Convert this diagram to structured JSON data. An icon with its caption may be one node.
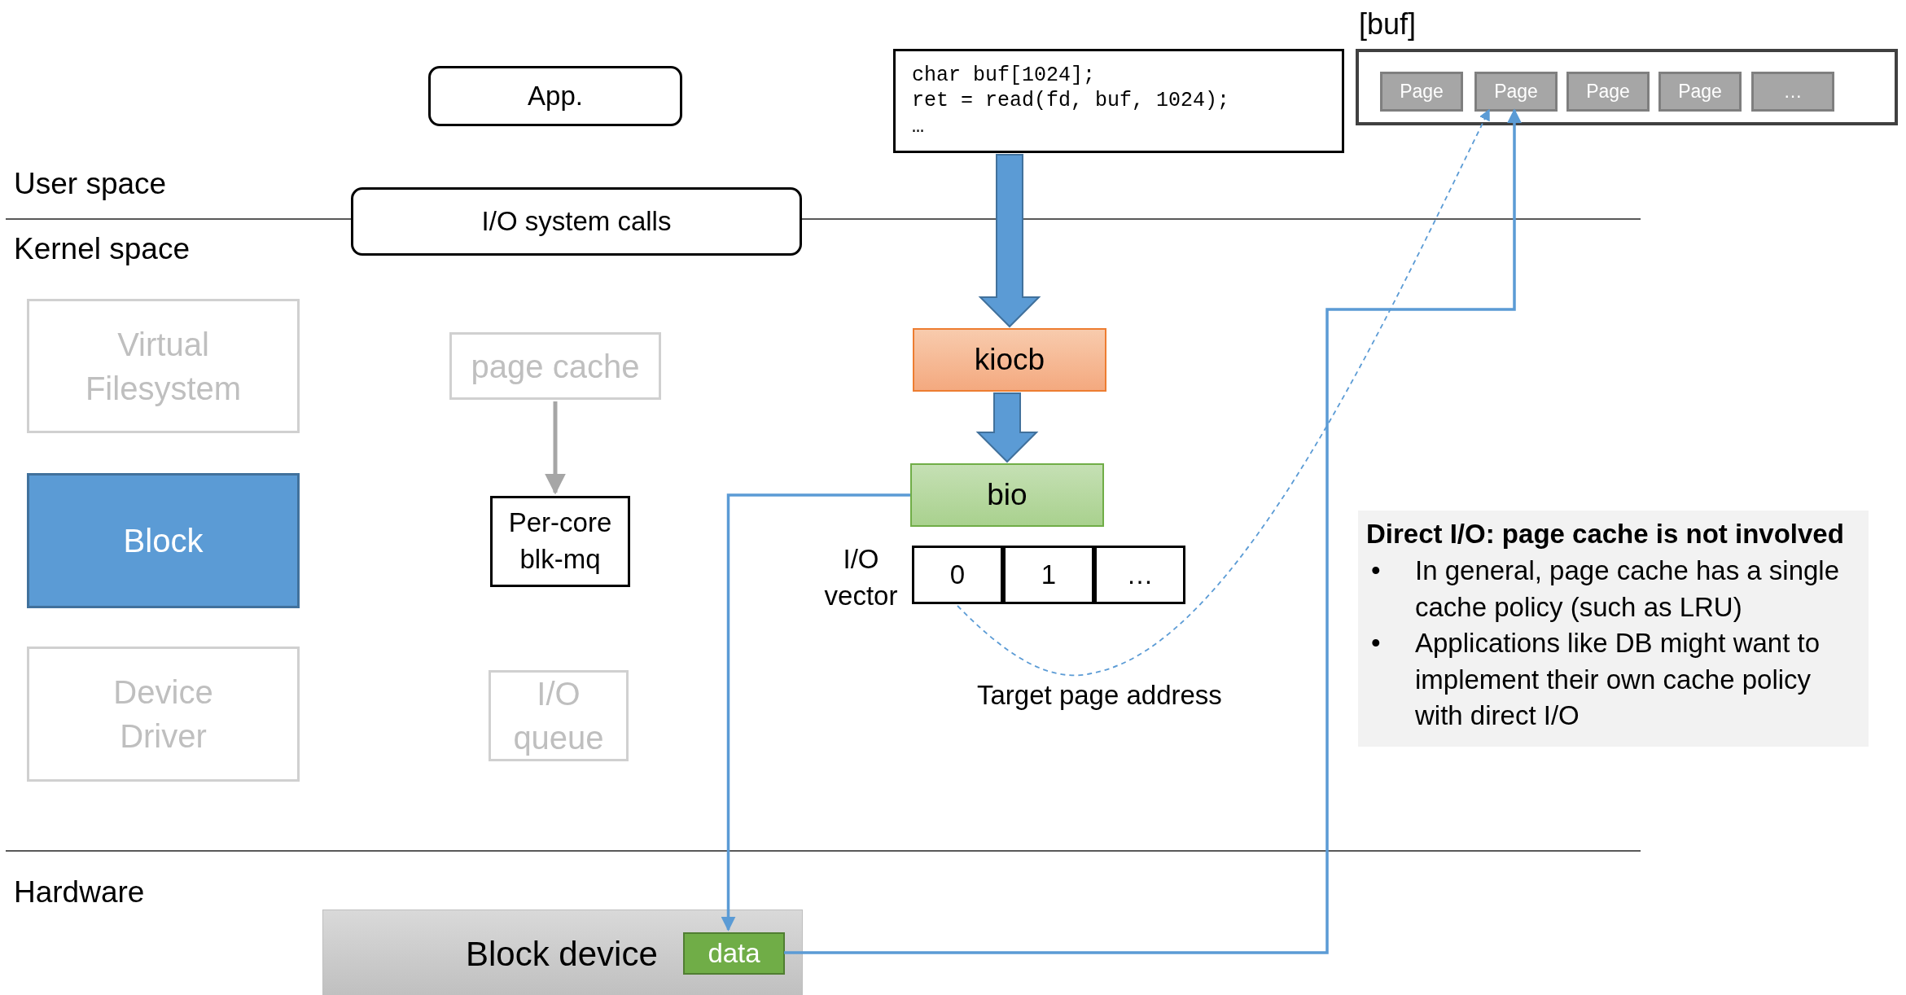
{
  "diagram": {
    "nodes": [
      {
        "text": [
          "App."
        ]
      },
      {
        "text": [
          "char buf[1024];",
          "ret = read(fd, buf, 1024);",
          "…"
        ]
      },
      {
        "text": [
          "[buf]"
        ]
      },
      {
        "text": [
          "Page"
        ],
        "in": 2
      },
      {
        "text": [
          "Page"
        ],
        "in": 2
      },
      {
        "text": [
          "Page"
        ],
        "in": 2
      },
      {
        "text": [
          "Page"
        ],
        "in": 2
      },
      {
        "text": [
          "…"
        ],
        "in": 2
      },
      {
        "text": [
          "I/O system calls"
        ]
      },
      {
        "text": [
          "Virtual Filesystem"
        ]
      },
      {
        "text": [
          "page cache"
        ]
      },
      {
        "text": [
          "kiocb"
        ]
      },
      {
        "text": [
          "Block"
        ]
      },
      {
        "text": [
          "Per-core blk-mq"
        ]
      },
      {
        "text": [
          "bio"
        ]
      },
      {
        "text": [
          "I/O vector"
        ]
      },
      {
        "text": [
          "0"
        ],
        "in": 15
      },
      {
        "text": [
          "1"
        ],
        "in": 15
      },
      {
        "text": [
          "…"
        ],
        "in": 15
      },
      {
        "text": [
          "Device Driver"
        ]
      },
      {
        "text": [
          "I/O queue"
        ]
      },
      {
        "text": [
          "Direct I/O: page cache is not involved",
          "•",
          "In general, page cache has a single cache policy (such as LRU)",
          "•",
          "Applications like DB might want to implement their own cache policy with direct I/O"
        ]
      },
      {
        "text": [
          "Block device"
        ]
      },
      {
        "text": [
          "data"
        ],
        "in": 22
      }
    ],
    "edges": [
      {
        "from": 1,
        "to": 11,
        "arrow": "to",
        "style": "thick"
      },
      {
        "from": 11,
        "to": 14,
        "arrow": "to",
        "style": "thick"
      },
      {
        "from": 14,
        "to": 23,
        "arrow": "to"
      },
      {
        "from": 23,
        "to": 4,
        "arrow": "to"
      },
      {
        "from": 16,
        "to": 4,
        "arrow": "to",
        "style": "dashed",
        "label": "Target page address"
      },
      {
        "from": 10,
        "to": 13,
        "arrow": "to",
        "color": "#a6a6a6"
      }
    ],
    "labels": [
      "User space",
      "Kernel space",
      "Hardware"
    ]
  }
}
